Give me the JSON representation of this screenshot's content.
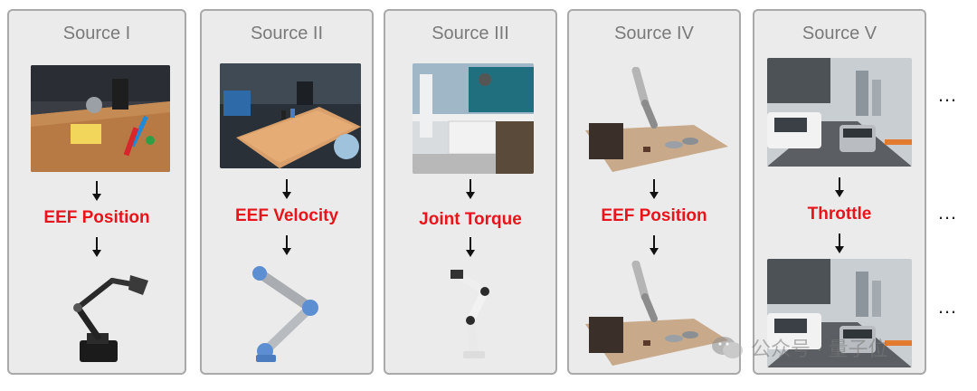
{
  "sources": [
    {
      "title": "Source I",
      "action": "EEF Position"
    },
    {
      "title": "Source II",
      "action": "EEF Velocity"
    },
    {
      "title": "Source III",
      "action": "Joint Torque"
    },
    {
      "title": "Source IV",
      "action": "EEF Position"
    },
    {
      "title": "Source V",
      "action": "Throttle"
    }
  ],
  "ellipsis": "…",
  "watermark": "公众号 · 量子位",
  "colors": {
    "panel_bg": "#ebebeb",
    "panel_border": "#a9a9a9",
    "title": "#7a7a7a",
    "action": "#e8141b"
  }
}
